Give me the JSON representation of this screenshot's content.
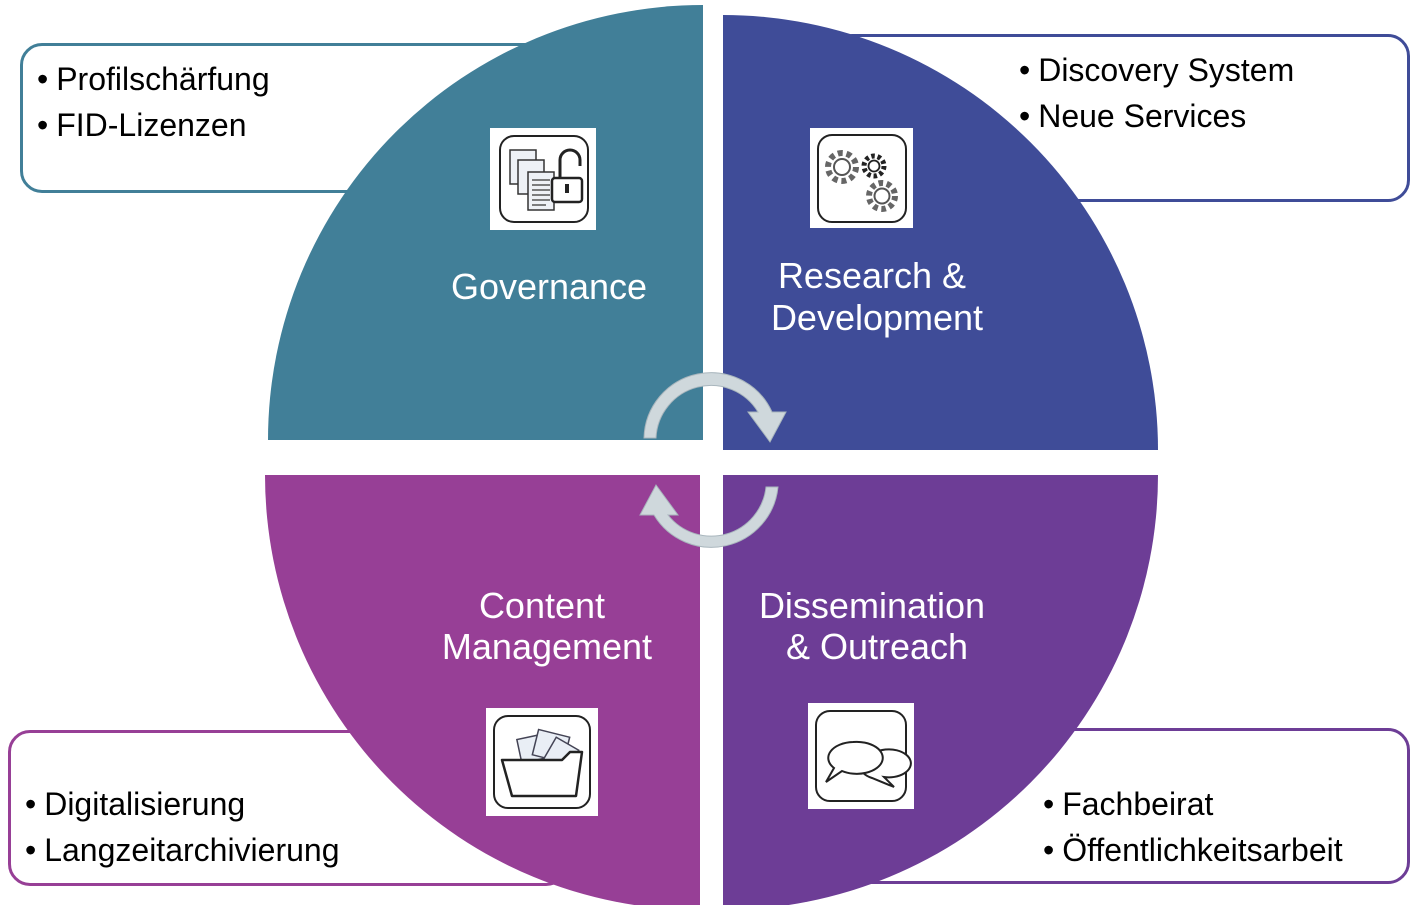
{
  "quadrants": {
    "governance": {
      "title_lines": [
        "Governance"
      ],
      "color": "#417f98",
      "icon": "documents-lock-icon",
      "items": [
        "Profilschärfung",
        "FID-Lizenzen"
      ]
    },
    "research": {
      "title_lines": [
        "Research &",
        "Development"
      ],
      "color": "#3f4c98",
      "icon": "gears-icon",
      "items": [
        "Discovery System",
        "Neue Services"
      ]
    },
    "content": {
      "title_lines": [
        "Content",
        "Management"
      ],
      "color": "#973f96",
      "icon": "folder-icon",
      "items": [
        "Digitalisierung",
        "Langzeitarchivierung"
      ]
    },
    "dissemination": {
      "title_lines": [
        "Dissemination",
        "& Outreach"
      ],
      "color": "#6d3d96",
      "icon": "speech-bubbles-icon",
      "items": [
        "Fachbeirat",
        "Öffentlichkeitsarbeit"
      ]
    }
  },
  "cycle_arrows": {
    "color": "#cfd8dc",
    "icon": "cycle-arrows-icon"
  }
}
